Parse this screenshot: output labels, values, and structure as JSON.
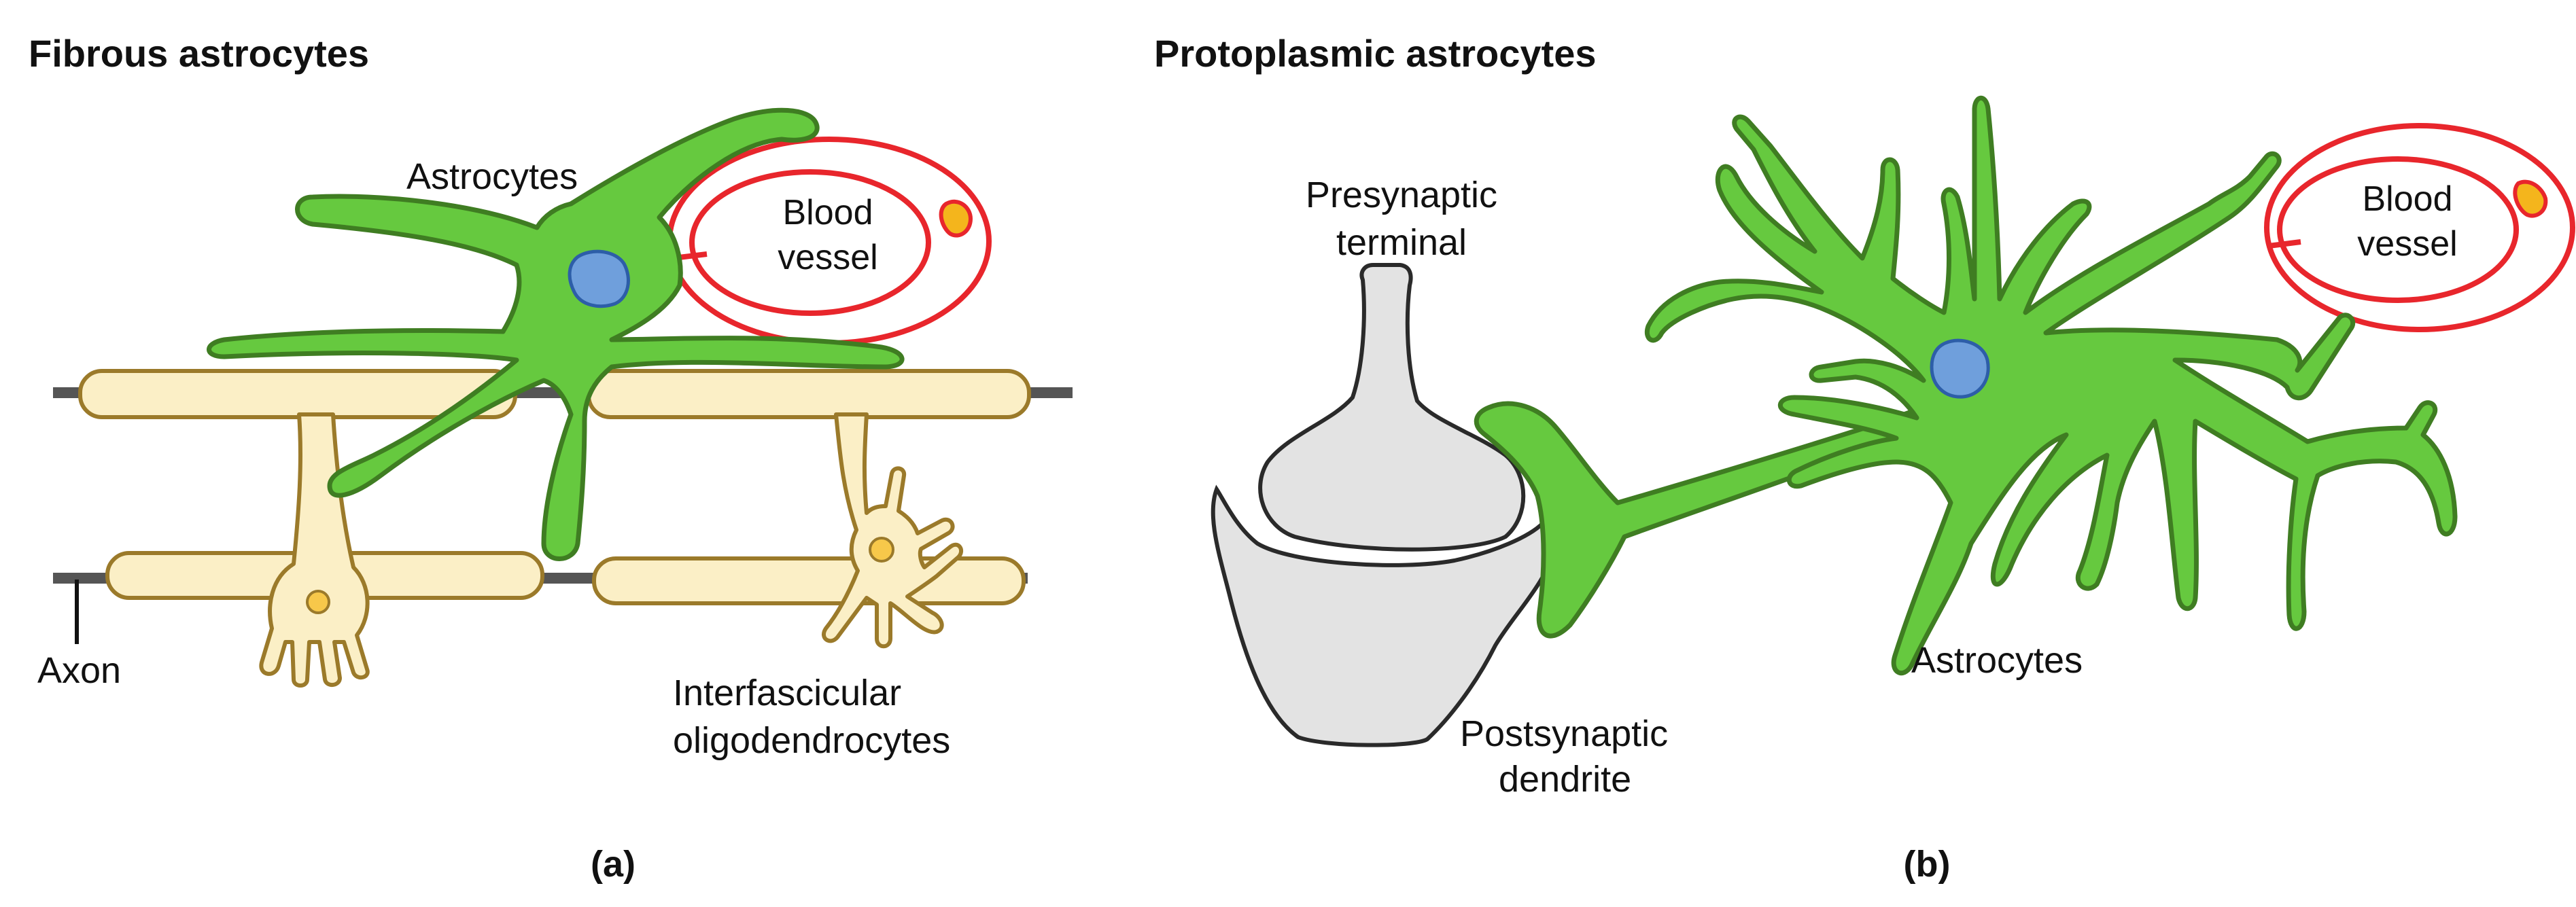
{
  "panels": [
    {
      "id": "a",
      "title": "Fibrous astrocytes",
      "caption": "(a)",
      "labels": {
        "astrocytes": "Astrocytes",
        "blood_vessel_line1": "Blood",
        "blood_vessel_line2": "vessel",
        "axon": "Axon",
        "oligo_line1": "Interfascicular",
        "oligo_line2": "oligodendrocytes"
      }
    },
    {
      "id": "b",
      "title": "Protoplasmic astrocytes",
      "caption": "(b)",
      "labels": {
        "presynaptic_line1": "Presynaptic",
        "presynaptic_line2": "terminal",
        "postsynaptic_line1": "Postsynaptic",
        "postsynaptic_line2": "dendrite",
        "blood_vessel_line1": "Blood",
        "blood_vessel_line2": "vessel",
        "astrocytes": "Astrocytes"
      }
    }
  ],
  "colors": {
    "astrocyte_fill": "#66c93f",
    "astrocyte_outline": "#3f7d22",
    "nucleus_fill": "#6f9fdc",
    "nucleus_outline": "#2d5ea8",
    "myelin_fill": "#fbefc6",
    "myelin_outline": "#9b7a2a",
    "oligo_nucleus": "#f7c84a",
    "axon": "#555555",
    "vessel": "#e8262c",
    "blood_cell_fill": "#f4b51c",
    "synapse_fill": "#e3e3e3",
    "synapse_outline": "#2a2a2a"
  }
}
